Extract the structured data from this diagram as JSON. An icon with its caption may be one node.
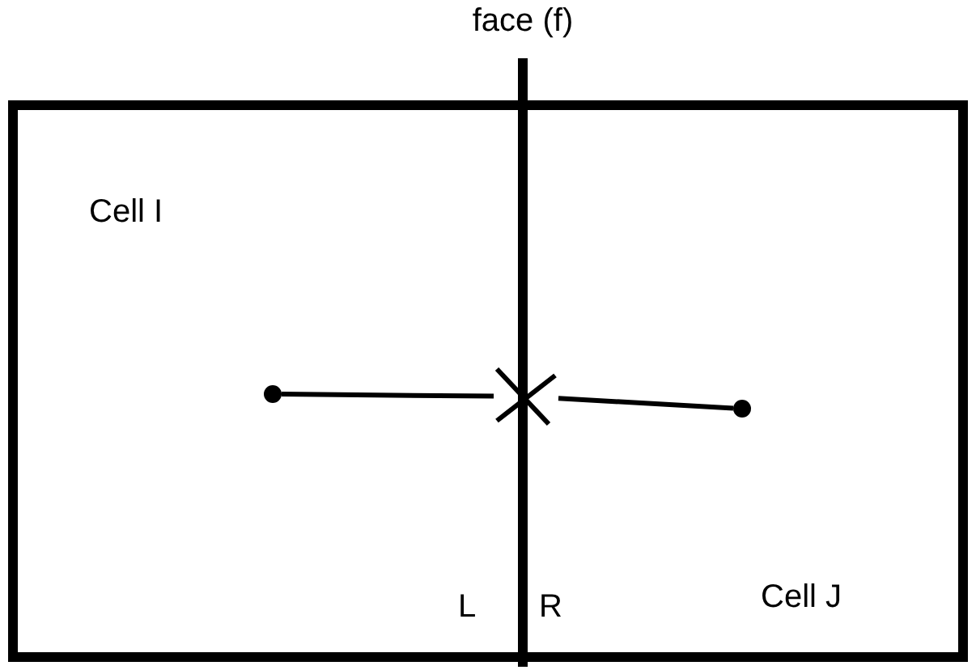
{
  "diagram": {
    "nodes": [
      {
        "text": [
          "Cell I"
        ]
      },
      {
        "text": [
          "Cell J"
        ]
      },
      {
        "text": [],
        "shape": "circle",
        "in": 0
      },
      {
        "text": [],
        "shape": "cross"
      },
      {
        "text": [],
        "shape": "circle",
        "in": 1
      }
    ],
    "edges": [
      {
        "from": 2,
        "to": 3,
        "arrow": "none"
      },
      {
        "from": 3,
        "to": 4,
        "arrow": "none"
      }
    ],
    "labels": [
      "face (f)",
      "L",
      "R"
    ]
  }
}
